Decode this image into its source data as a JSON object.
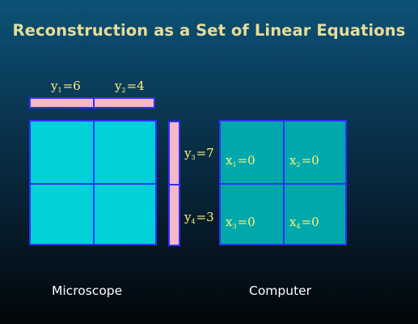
{
  "title": "Reconstruction as a Set of Linear Equations",
  "projections": {
    "y1": {
      "var": "y",
      "sub": "1",
      "rhs": "=6"
    },
    "y2": {
      "var": "y",
      "sub": "2",
      "rhs": "=4"
    },
    "y3": {
      "var": "y",
      "sub": "3",
      "rhs": "=7"
    },
    "y4": {
      "var": "y",
      "sub": "4",
      "rhs": "=3"
    }
  },
  "computer_cells": [
    {
      "var": "x",
      "sub": "1",
      "rhs": "=0"
    },
    {
      "var": "x",
      "sub": "2",
      "rhs": "=0"
    },
    {
      "var": "x",
      "sub": "3",
      "rhs": "=0"
    },
    {
      "var": "x",
      "sub": "4",
      "rhs": "=0"
    }
  ],
  "captions": {
    "microscope": "Microscope",
    "computer": "Computer"
  },
  "colors": {
    "title": "#e8dc9a",
    "equation": "#fff27a",
    "grid_border": "#3030ff",
    "microscope_fill": "#00d0d8",
    "computer_fill": "#00a8ac",
    "projection_fill": "#f6b8c8"
  }
}
